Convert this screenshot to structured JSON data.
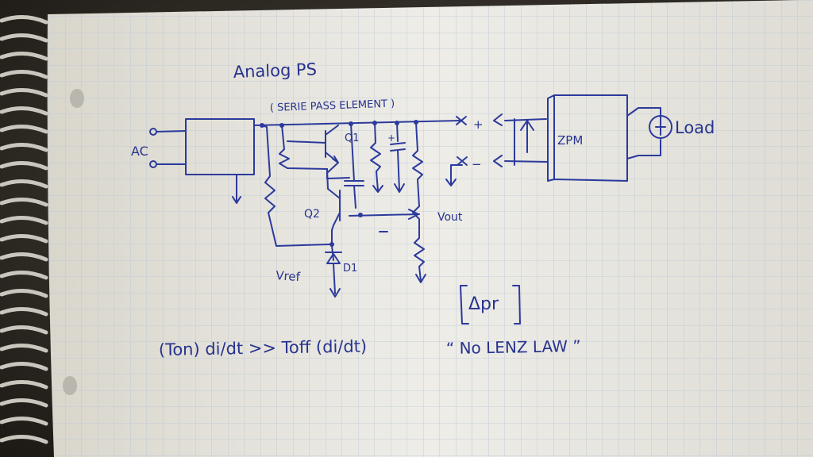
{
  "notebook": {
    "title": "Analog PS",
    "caption_series_element": "( SERIE PASS ELEMENT )",
    "label_ac": "AC",
    "label_q1": "Q1",
    "label_q2": "Q2",
    "label_vout": "Vout",
    "label_vref": "Vref",
    "label_d1": "D1",
    "label_plus": "+",
    "label_minus": "−",
    "label_zpm": "ZPM",
    "label_load": "Load",
    "label_delta": "Δpr",
    "formula": "(Ton) di/dt >> Toff (di/dt)",
    "quote": "“ No LENZ LAW ”"
  },
  "colors": {
    "ink": "#2c3a9c",
    "paper": "#ecebe6",
    "grid": "#b8c8d8"
  }
}
